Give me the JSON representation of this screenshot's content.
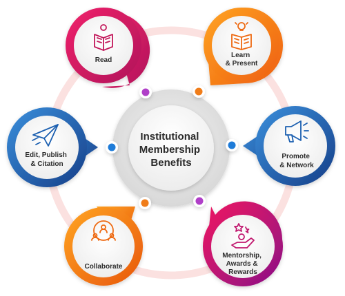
{
  "center": {
    "lines": [
      "Institutional",
      "Membership",
      "Benefits"
    ]
  },
  "nodes": [
    {
      "id": "read",
      "lines": [
        "Read"
      ],
      "icon": "reader-icon",
      "color_a": "#e8175d",
      "color_b": "#c2185b"
    },
    {
      "id": "learn",
      "lines": [
        "Learn",
        "& Present"
      ],
      "icon": "book-lightbulb-icon",
      "color_a": "#ff9a1a",
      "color_b": "#f06a0f"
    },
    {
      "id": "promote",
      "lines": [
        "Promote",
        "& Network"
      ],
      "icon": "megaphone-icon",
      "color_a": "#2f7fd1",
      "color_b": "#1b4f9c"
    },
    {
      "id": "mentorship",
      "lines": [
        "Mentorship,",
        "Awards &",
        "Rewards"
      ],
      "icon": "hand-award-icon",
      "color_a": "#e0176a",
      "color_b": "#a0117e"
    },
    {
      "id": "collaborate",
      "lines": [
        "Collaborate"
      ],
      "icon": "team-icon",
      "color_a": "#ff9a1a",
      "color_b": "#f0620f"
    },
    {
      "id": "edit",
      "lines": [
        "Edit, Publish",
        "& Citation"
      ],
      "icon": "paper-plane-icon",
      "color_a": "#2f7fd1",
      "color_b": "#1b4f9c"
    }
  ],
  "dots": [
    {
      "color": "#b03fc8"
    },
    {
      "color": "#f07d1a"
    },
    {
      "color": "#1e7bd8"
    },
    {
      "color": "#b03fc8"
    },
    {
      "color": "#f07d1a"
    },
    {
      "color": "#1e7bd8"
    }
  ]
}
